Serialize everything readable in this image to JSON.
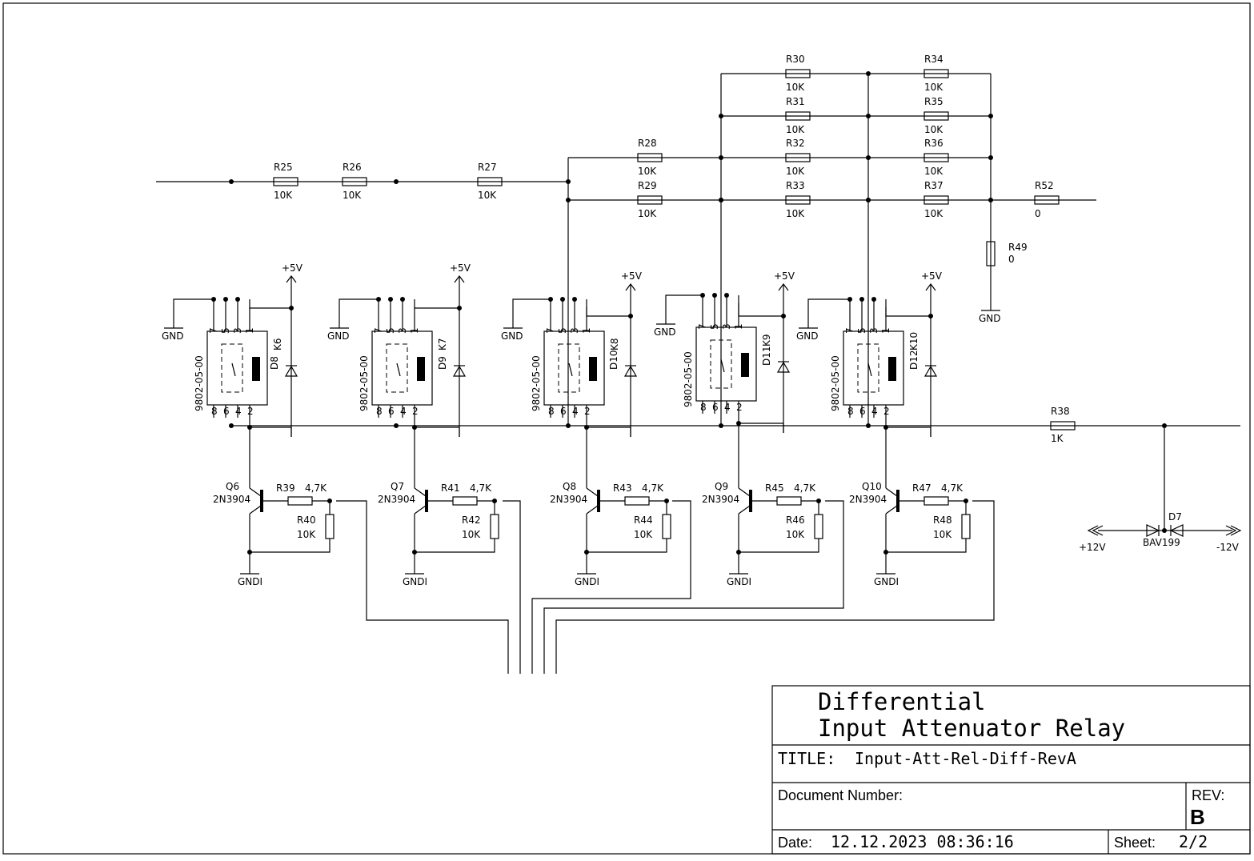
{
  "resistors_top": [
    {
      "ref": "R25",
      "value": "10K"
    },
    {
      "ref": "R26",
      "value": "10K"
    },
    {
      "ref": "R27",
      "value": "10K"
    },
    {
      "ref": "R28",
      "value": "10K"
    },
    {
      "ref": "R29",
      "value": "10K"
    },
    {
      "ref": "R30",
      "value": "10K"
    },
    {
      "ref": "R31",
      "value": "10K"
    },
    {
      "ref": "R32",
      "value": "10K"
    },
    {
      "ref": "R33",
      "value": "10K"
    },
    {
      "ref": "R34",
      "value": "10K"
    },
    {
      "ref": "R35",
      "value": "10K"
    },
    {
      "ref": "R36",
      "value": "10K"
    },
    {
      "ref": "R37",
      "value": "10K"
    },
    {
      "ref": "R52",
      "value": "0"
    },
    {
      "ref": "R49",
      "value": "0"
    },
    {
      "ref": "R38",
      "value": "1K"
    }
  ],
  "relays": [
    {
      "ref": "K6",
      "part": "9802-05-00",
      "diode": "D8",
      "supply": "+5V",
      "gnd": "GND"
    },
    {
      "ref": "K7",
      "part": "9802-05-00",
      "diode": "D9",
      "supply": "+5V",
      "gnd": "GND"
    },
    {
      "ref": "K8",
      "part": "9802-05-00",
      "diode": "D10",
      "supply": "+5V",
      "gnd": "GND"
    },
    {
      "ref": "K9",
      "part": "9802-05-00",
      "diode": "D11",
      "supply": "+5V",
      "gnd": "GND"
    },
    {
      "ref": "K10",
      "part": "9802-05-00",
      "diode": "D12",
      "supply": "+5V",
      "gnd": "GND"
    }
  ],
  "pin_labels_top": [
    "7",
    "5",
    "3",
    "1"
  ],
  "pin_labels_bottom": [
    "8",
    "6",
    "4",
    "2"
  ],
  "drivers": [
    {
      "q": "Q6",
      "type": "2N3904",
      "rb": "R39",
      "rb_val": "4,7K",
      "rp": "R40",
      "rp_val": "10K",
      "gnd": "GNDI"
    },
    {
      "q": "Q7",
      "type": "2N3904",
      "rb": "R41",
      "rb_val": "4,7K",
      "rp": "R42",
      "rp_val": "10K",
      "gnd": "GNDI"
    },
    {
      "q": "Q8",
      "type": "2N3904",
      "rb": "R43",
      "rb_val": "4,7K",
      "rp": "R44",
      "rp_val": "10K",
      "gnd": "GNDI"
    },
    {
      "q": "Q9",
      "type": "2N3904",
      "rb": "R45",
      "rb_val": "4,7K",
      "rp": "R46",
      "rp_val": "10K",
      "gnd": "GNDI"
    },
    {
      "q": "Q10",
      "type": "2N3904",
      "rb": "R47",
      "rb_val": "4,7K",
      "rp": "R48",
      "rp_val": "10K",
      "gnd": "GNDI"
    }
  ],
  "r49_gnd": "GND",
  "clamp": {
    "ref": "D7",
    "part": "BAV199",
    "pos": "+12V",
    "neg": "-12V"
  },
  "title_block": {
    "heading_line1": "Differential",
    "heading_line2": "Input Attenuator Relay",
    "title_label": "TITLE:",
    "title_value": "Input-Att-Rel-Diff-RevA",
    "docnum_label": "Document Number:",
    "rev_label": "REV:",
    "rev_value": "B",
    "date_label": "Date:",
    "date_value": "12.12.2023 08:36:16",
    "sheet_label": "Sheet:",
    "sheet_value": "2/2"
  }
}
